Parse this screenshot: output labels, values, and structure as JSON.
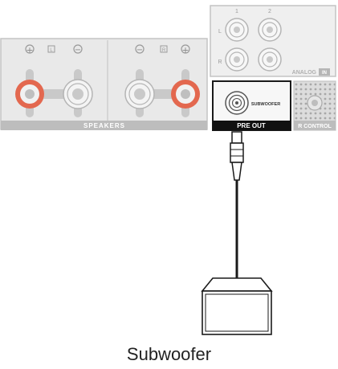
{
  "panel": {
    "speakers_label": "SPEAKERS",
    "pre_out_label": "PRE OUT",
    "subwoofer_port_label": "SUBWOOFER",
    "analog_in_label": "ANALOG",
    "analog_in_badge": "IN",
    "ir_control_label": "R CONTROL",
    "analog_col_labels": [
      "1",
      "2"
    ],
    "analog_row_labels": [
      "L",
      "R"
    ],
    "left_group_badge": "L",
    "right_group_badge": "R",
    "plus_symbol": "+",
    "minus_symbol": "−"
  },
  "device": {
    "caption": "Subwoofer"
  },
  "colors": {
    "panel_fill": "#e9e9e9",
    "panel_stroke": "#c4c4c4",
    "label_bar": "#bdbdbd",
    "terminal_red": "#e3684f",
    "pre_out_bar": "#111111",
    "cable": "#1a1a1a"
  },
  "icons": [
    "rca-jack-icon",
    "speaker-terminal-icon",
    "rca-plug-icon",
    "subwoofer-box-icon",
    "ir-sensor-icon"
  ]
}
